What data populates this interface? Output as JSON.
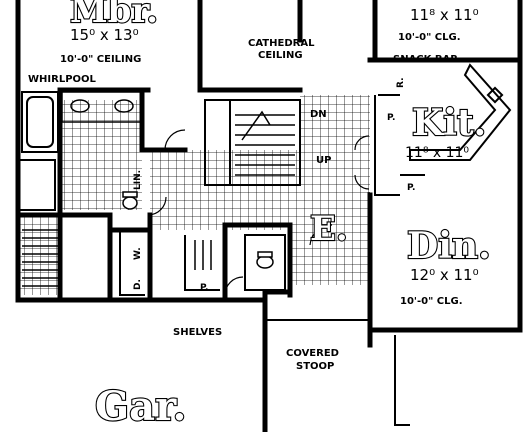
{
  "rooms": {
    "master": {
      "name": "Mbr.",
      "dims": "15⁰ x 13⁰",
      "ceiling": "10'-0\" CEILING"
    },
    "top_right": {
      "dims": "11⁸ x 11⁰",
      "ceiling": "10'-0\" CLG."
    },
    "cathedral": {
      "line1": "CATHEDRAL",
      "line2": "CEILING"
    },
    "kitchen": {
      "name": "Kit.",
      "dims": "11⁸ x 11⁰"
    },
    "dining": {
      "name": "Din.",
      "dims": "12⁰ x 11⁰",
      "ceiling": "10'-0\" CLG."
    },
    "entry": {
      "name": "E."
    },
    "garage": {
      "name": "Gar."
    },
    "stoop": {
      "line1": "COVERED",
      "line2": "STOOP"
    }
  },
  "labels": {
    "whirlpool": "WHIRLPOOL",
    "snack_bar": "SNACK BAR",
    "shelves": "SHELVES",
    "dn": "DN",
    "up": "UP",
    "lin": "LIN.",
    "pantry_a": "P.",
    "pantry_b": "P.",
    "pantry_c": "P.",
    "range": "R.",
    "washer": "W.",
    "dryer": "D."
  }
}
